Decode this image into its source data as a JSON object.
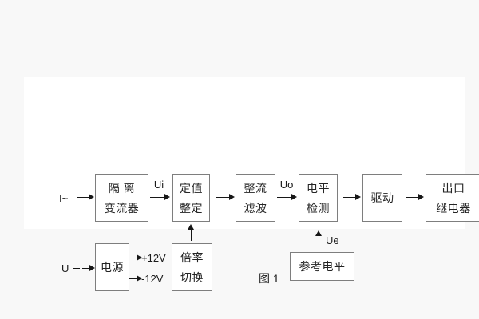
{
  "figure": {
    "caption": "图 1"
  },
  "signals": {
    "input_current": "I~",
    "input_voltage": "U",
    "ui": "Ui",
    "uo": "Uo",
    "ue": "Ue",
    "supply_pos": "+12V",
    "supply_neg": "-12V"
  },
  "blocks": {
    "isolation": {
      "line1": "隔 离",
      "line2": "变流器"
    },
    "setting": {
      "line1": "定值",
      "line2": "整定"
    },
    "rectify": {
      "line1": "整流",
      "line2": "滤波"
    },
    "level": {
      "line1": "电平",
      "line2": "检测"
    },
    "drive": {
      "label": "驱动"
    },
    "output": {
      "line1": "出口",
      "line2": "继电器"
    },
    "power": {
      "label": "电源"
    },
    "ratio": {
      "line1": "倍率",
      "line2": "切换"
    },
    "reference": {
      "label": "参考电平"
    }
  },
  "colors": {
    "page_background": "#f8f8f8",
    "canvas_background": "#ffffff",
    "box_border": "#7e7e7e",
    "line": "#171717",
    "text": "#242424"
  }
}
